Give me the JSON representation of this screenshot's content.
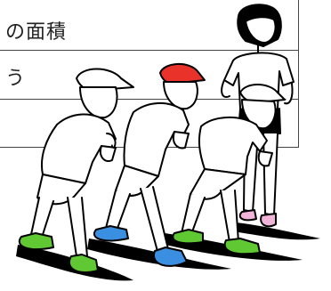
{
  "table": {
    "row1_text": "の面積",
    "row2_text": "う"
  },
  "figures": [
    {
      "name": "girl-standing",
      "role": "standing"
    },
    {
      "name": "boy-white-cap-left",
      "role": "runner"
    },
    {
      "name": "boy-red-cap",
      "role": "runner"
    },
    {
      "name": "boy-white-cap-right",
      "role": "runner"
    }
  ],
  "colors": {
    "line": "#000000",
    "red_cap": "#e8322a",
    "green_shoe": "#5fc832",
    "blue_shoe": "#3a8fe0",
    "pink_shoe": "#f0b4d8",
    "skin": "#ffffff"
  }
}
